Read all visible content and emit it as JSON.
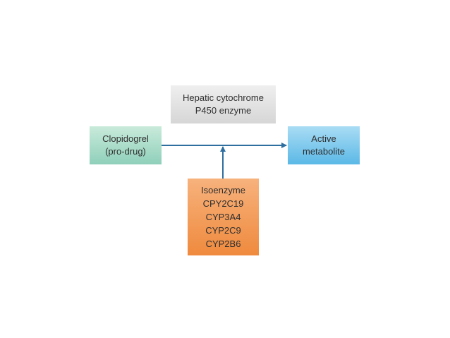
{
  "nodes": {
    "hepatic": {
      "lines": [
        "Hepatic cytochrome",
        "P450 enzyme"
      ]
    },
    "clopidogrel": {
      "lines": [
        "Clopidogrel",
        "(pro-drug)"
      ]
    },
    "active": {
      "lines": [
        "Active",
        "metabolite"
      ]
    },
    "isoenzyme": {
      "lines": [
        "Isoenzyme",
        "CPY2C19",
        "CYP3A4",
        "CYP2C9",
        "CYP2B6"
      ]
    }
  },
  "colors": {
    "arrow": "#2f6f9f",
    "hepatic_fill": "#dcdcdc",
    "clopidogrel_fill": "#a8dcc7",
    "active_fill": "#7cc6ec",
    "isoenzyme_fill": "#f29a56"
  },
  "edges": [
    {
      "from": "clopidogrel",
      "to": "active"
    },
    {
      "from": "isoenzyme",
      "to": "main-arrow"
    }
  ]
}
